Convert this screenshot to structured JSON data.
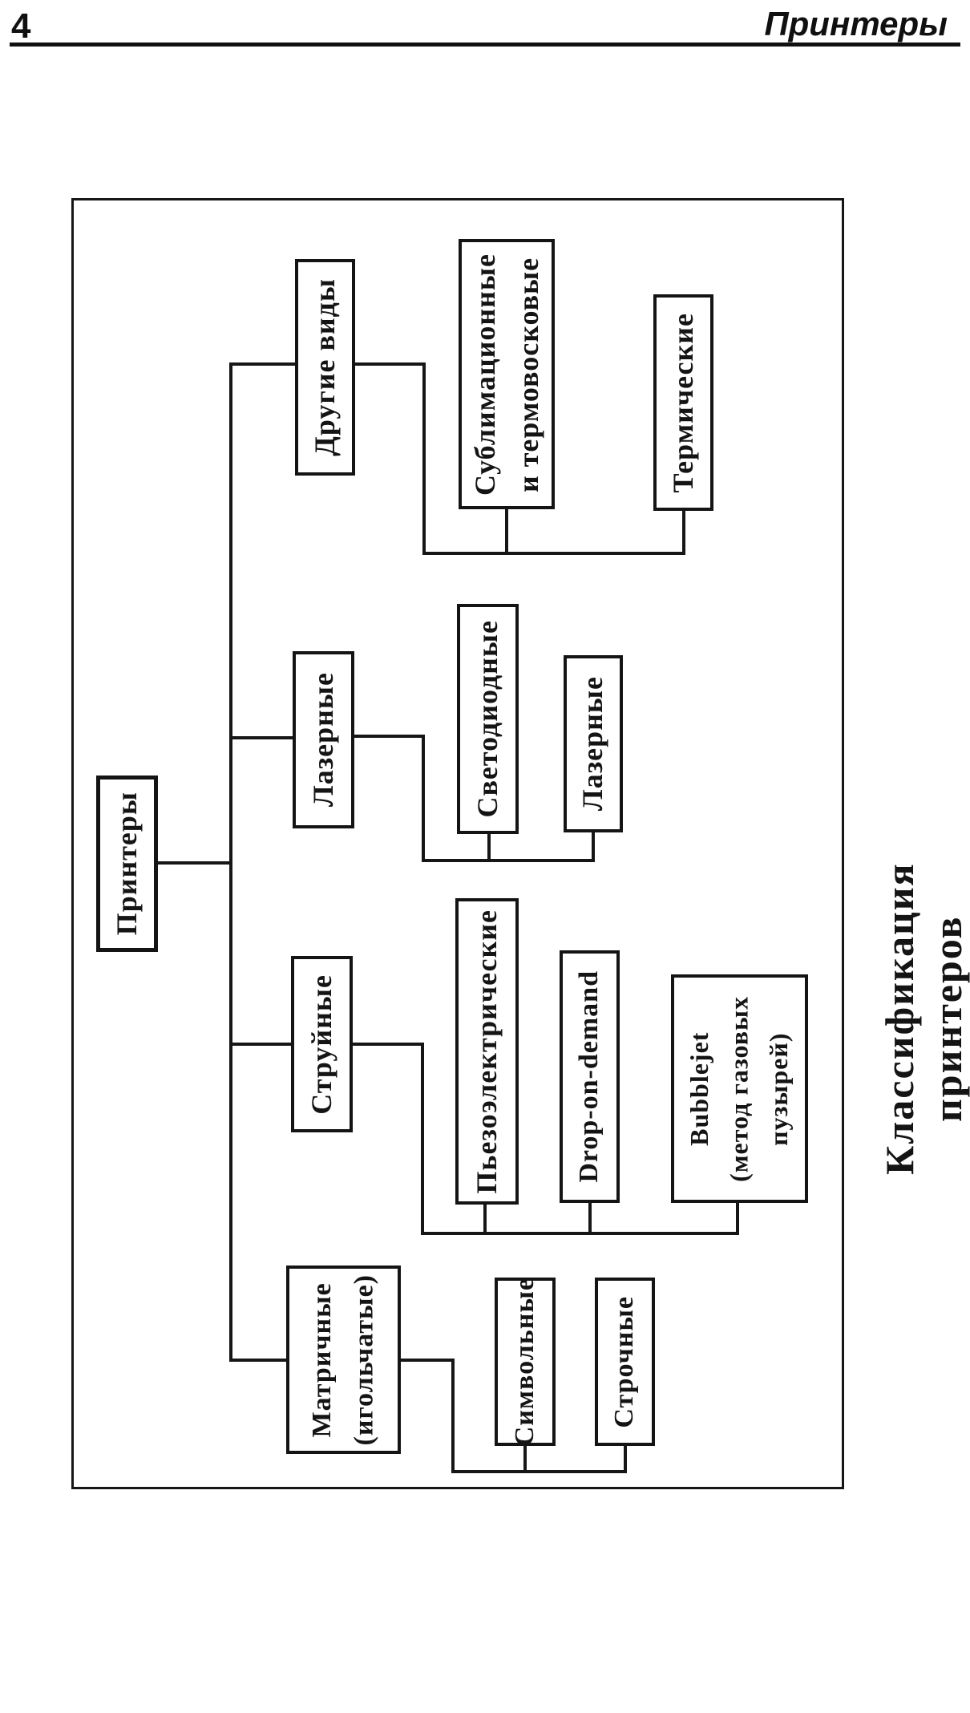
{
  "header": {
    "page_number": "4",
    "title": "Принтеры"
  },
  "diagram": {
    "caption": "Классификация принтеров",
    "root": {
      "label": "Принтеры"
    },
    "branches": [
      {
        "label": "Другие виды",
        "children": [
          {
            "label": "Сублимационные\nи термовосковые"
          },
          {
            "label": "Термические"
          }
        ]
      },
      {
        "label": "Лазерные",
        "children": [
          {
            "label": "Светодиодные"
          },
          {
            "label": "Лазерные"
          }
        ]
      },
      {
        "label": "Струйные",
        "children": [
          {
            "label": "Пьезоэлектрические"
          },
          {
            "label": "Drop-on-demand"
          },
          {
            "label": "Bubblejet\n(метод газовых\nпузырей)"
          }
        ]
      },
      {
        "label": "Матричные\n(игольчатые)",
        "children": [
          {
            "label": "Символьные"
          },
          {
            "label": "Строчные"
          }
        ]
      }
    ]
  }
}
